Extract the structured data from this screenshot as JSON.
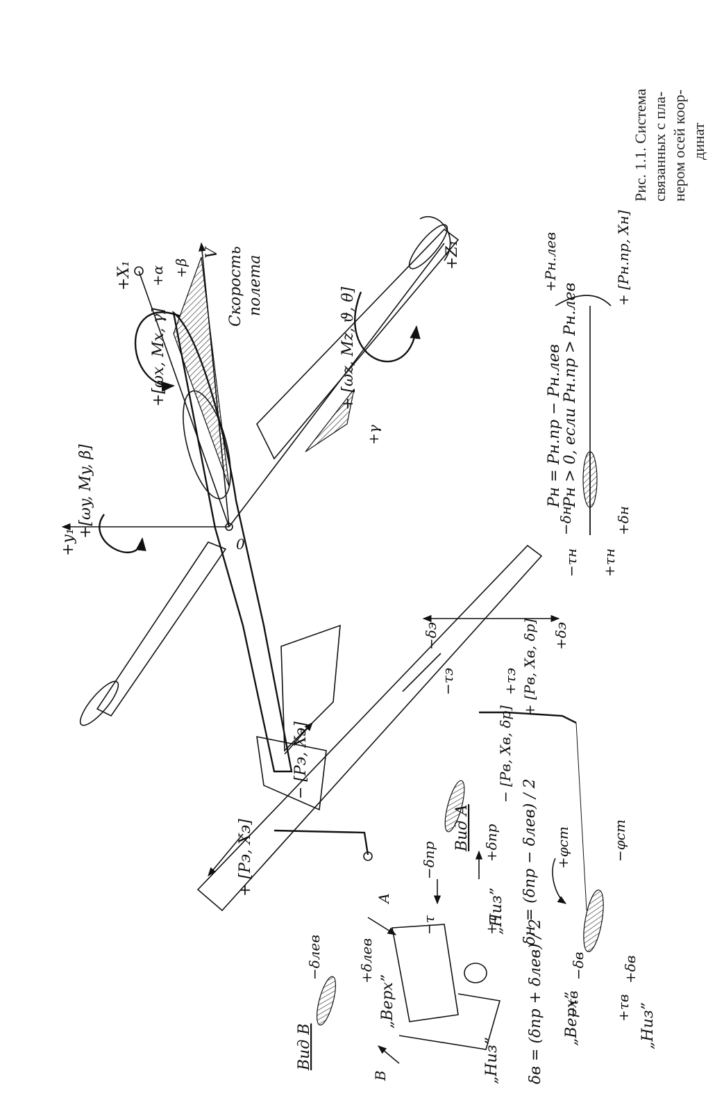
{
  "caption": {
    "line1": "Рис. 1.1. Система",
    "line2": "связанных с пла-",
    "line3": "нером осей коор-",
    "line4": "динат"
  },
  "axes": {
    "y1": "+y₁",
    "x1": "+X₁",
    "z1": "+Z₁",
    "origin": "0",
    "velocity": "V",
    "velocity_caption_1": "Скорость",
    "velocity_caption_2": "полета",
    "alpha": "+α",
    "beta": "+β",
    "gamma": "+γ",
    "roll_moment": "+[ωx, Mx, γ]",
    "yaw_moment": "+[ωy, My, β]",
    "pitch_moment": "+ [ωz, Mz, ϑ, θ]"
  },
  "aileron_block": {
    "force_plus": "+ [Pэ, Xэ]",
    "force_minus": "− [Pэ, Xэ]",
    "delta_minus": "−δэ",
    "delta_plus": "+δэ",
    "tau_minus": "−τэ",
    "tau_plus": "+τэ"
  },
  "view_a": {
    "title": "Вид А",
    "dpr_minus": "−δпр",
    "dpr_plus": "+δпр",
    "tau_minus": "−τ",
    "tau_plus": "+τ",
    "formula": "δн = (δпр − δлев) / 2"
  },
  "view_b": {
    "title": "Вид В",
    "dlev_minus": "−δлев",
    "dlev_plus": "+δлев",
    "verh": "„Верх”",
    "niz": "„Низ”",
    "niz2": "„Низ”",
    "letter_a": "А",
    "letter_b": "В"
  },
  "elevator": {
    "formula": "δв = (δпр + δлев) / 2",
    "verh": "„Верх”",
    "niz": "„Низ”",
    "db_minus": "−δв",
    "db_plus": "+δв",
    "tau_minus": "−τв",
    "tau_plus": "+τв",
    "phi_plus": "+φст",
    "phi_minus": "−φст",
    "stick_minus": "− [Pв, Xв, δр]",
    "stick_plus": "+ [Pв, Xв, δр]"
  },
  "rudder": {
    "formula1": "Pн = Pн.пр − Pн.лев",
    "formula2": "Pн > 0, если Pн.пр > Pн.лев",
    "dn_minus": "−δн",
    "dn_plus": "+δн",
    "tau_minus": "−τн",
    "tau_plus": "+τн",
    "pedal_left": "+Pн.лев",
    "pedal_right": "+ [Pн.пр, Xн]"
  }
}
